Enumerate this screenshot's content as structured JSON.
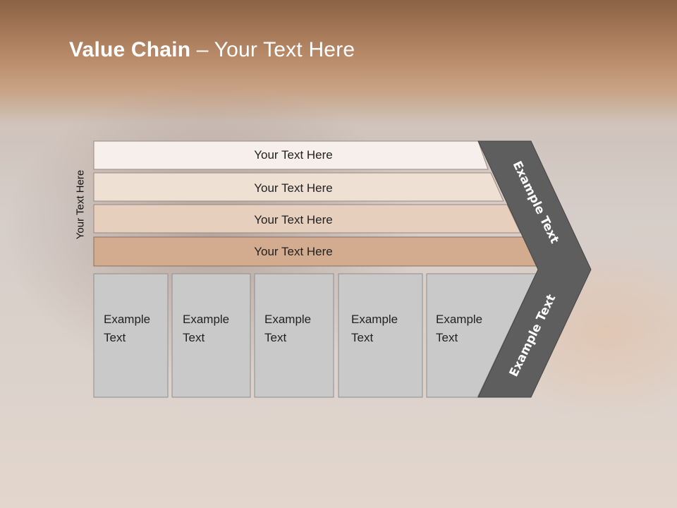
{
  "title": {
    "bold": "Value Chain",
    "rest": " – Your Text Here"
  },
  "side_label": "Your Text Here",
  "bands": [
    "Your Text Here",
    "Your Text Here",
    "Your Text Here",
    "Your Text Here"
  ],
  "boxes": [
    {
      "line1": "Example",
      "line2": "Text"
    },
    {
      "line1": "Example",
      "line2": "Text"
    },
    {
      "line1": "Example",
      "line2": "Text"
    },
    {
      "line1": "Example",
      "line2": "Text"
    },
    {
      "line1": "Example",
      "line2": "Text"
    }
  ],
  "chevron": {
    "upper": "Example Text",
    "lower": "Example Text"
  },
  "colors": {
    "band1": "#f6efeb",
    "band2": "#efe0d4",
    "band3": "#e6cfbd",
    "band4": "#d3ab8e",
    "box": "#c9c9c9",
    "chevron": "#5e5e5e"
  }
}
